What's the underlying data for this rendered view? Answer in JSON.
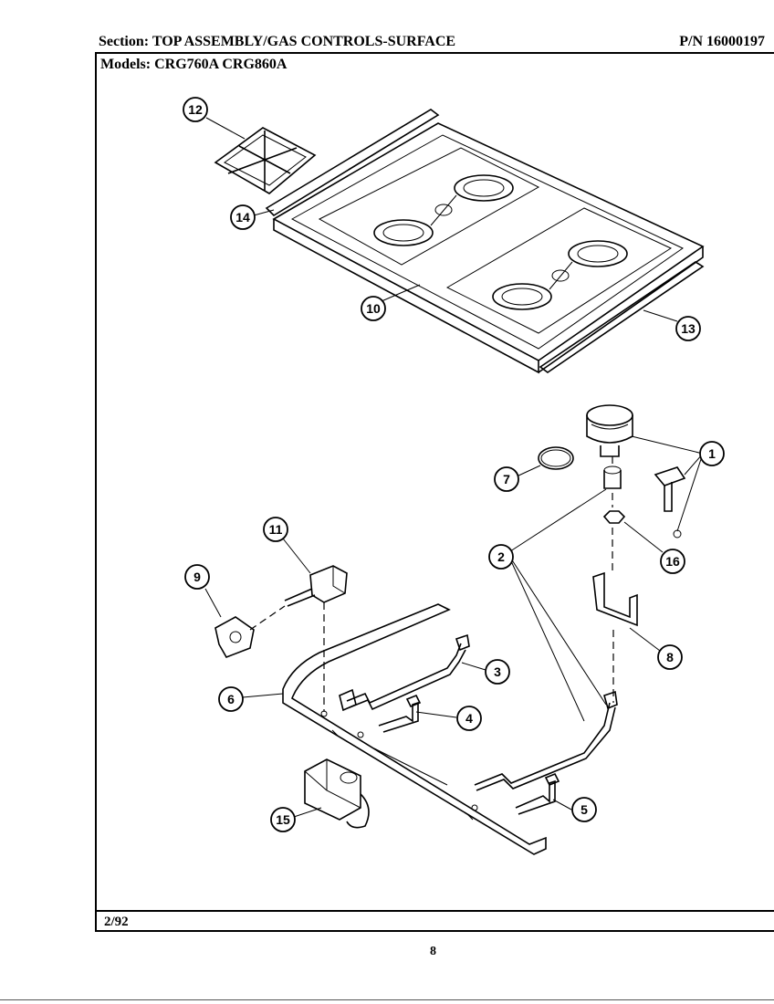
{
  "header": {
    "section_label": "Section:",
    "section_title": "TOP ASSEMBLY/GAS CONTROLS-SURFACE",
    "pn_label": "P/N",
    "pn_value": "16000197"
  },
  "models": {
    "label": "Models:",
    "values": [
      "CRG760A",
      "CRG860A"
    ]
  },
  "footer": {
    "date": "2/92",
    "page_number": "8"
  },
  "callouts": [
    "1",
    "2",
    "3",
    "4",
    "5",
    "6",
    "7",
    "8",
    "9",
    "10",
    "11",
    "12",
    "13",
    "14",
    "15",
    "16"
  ]
}
